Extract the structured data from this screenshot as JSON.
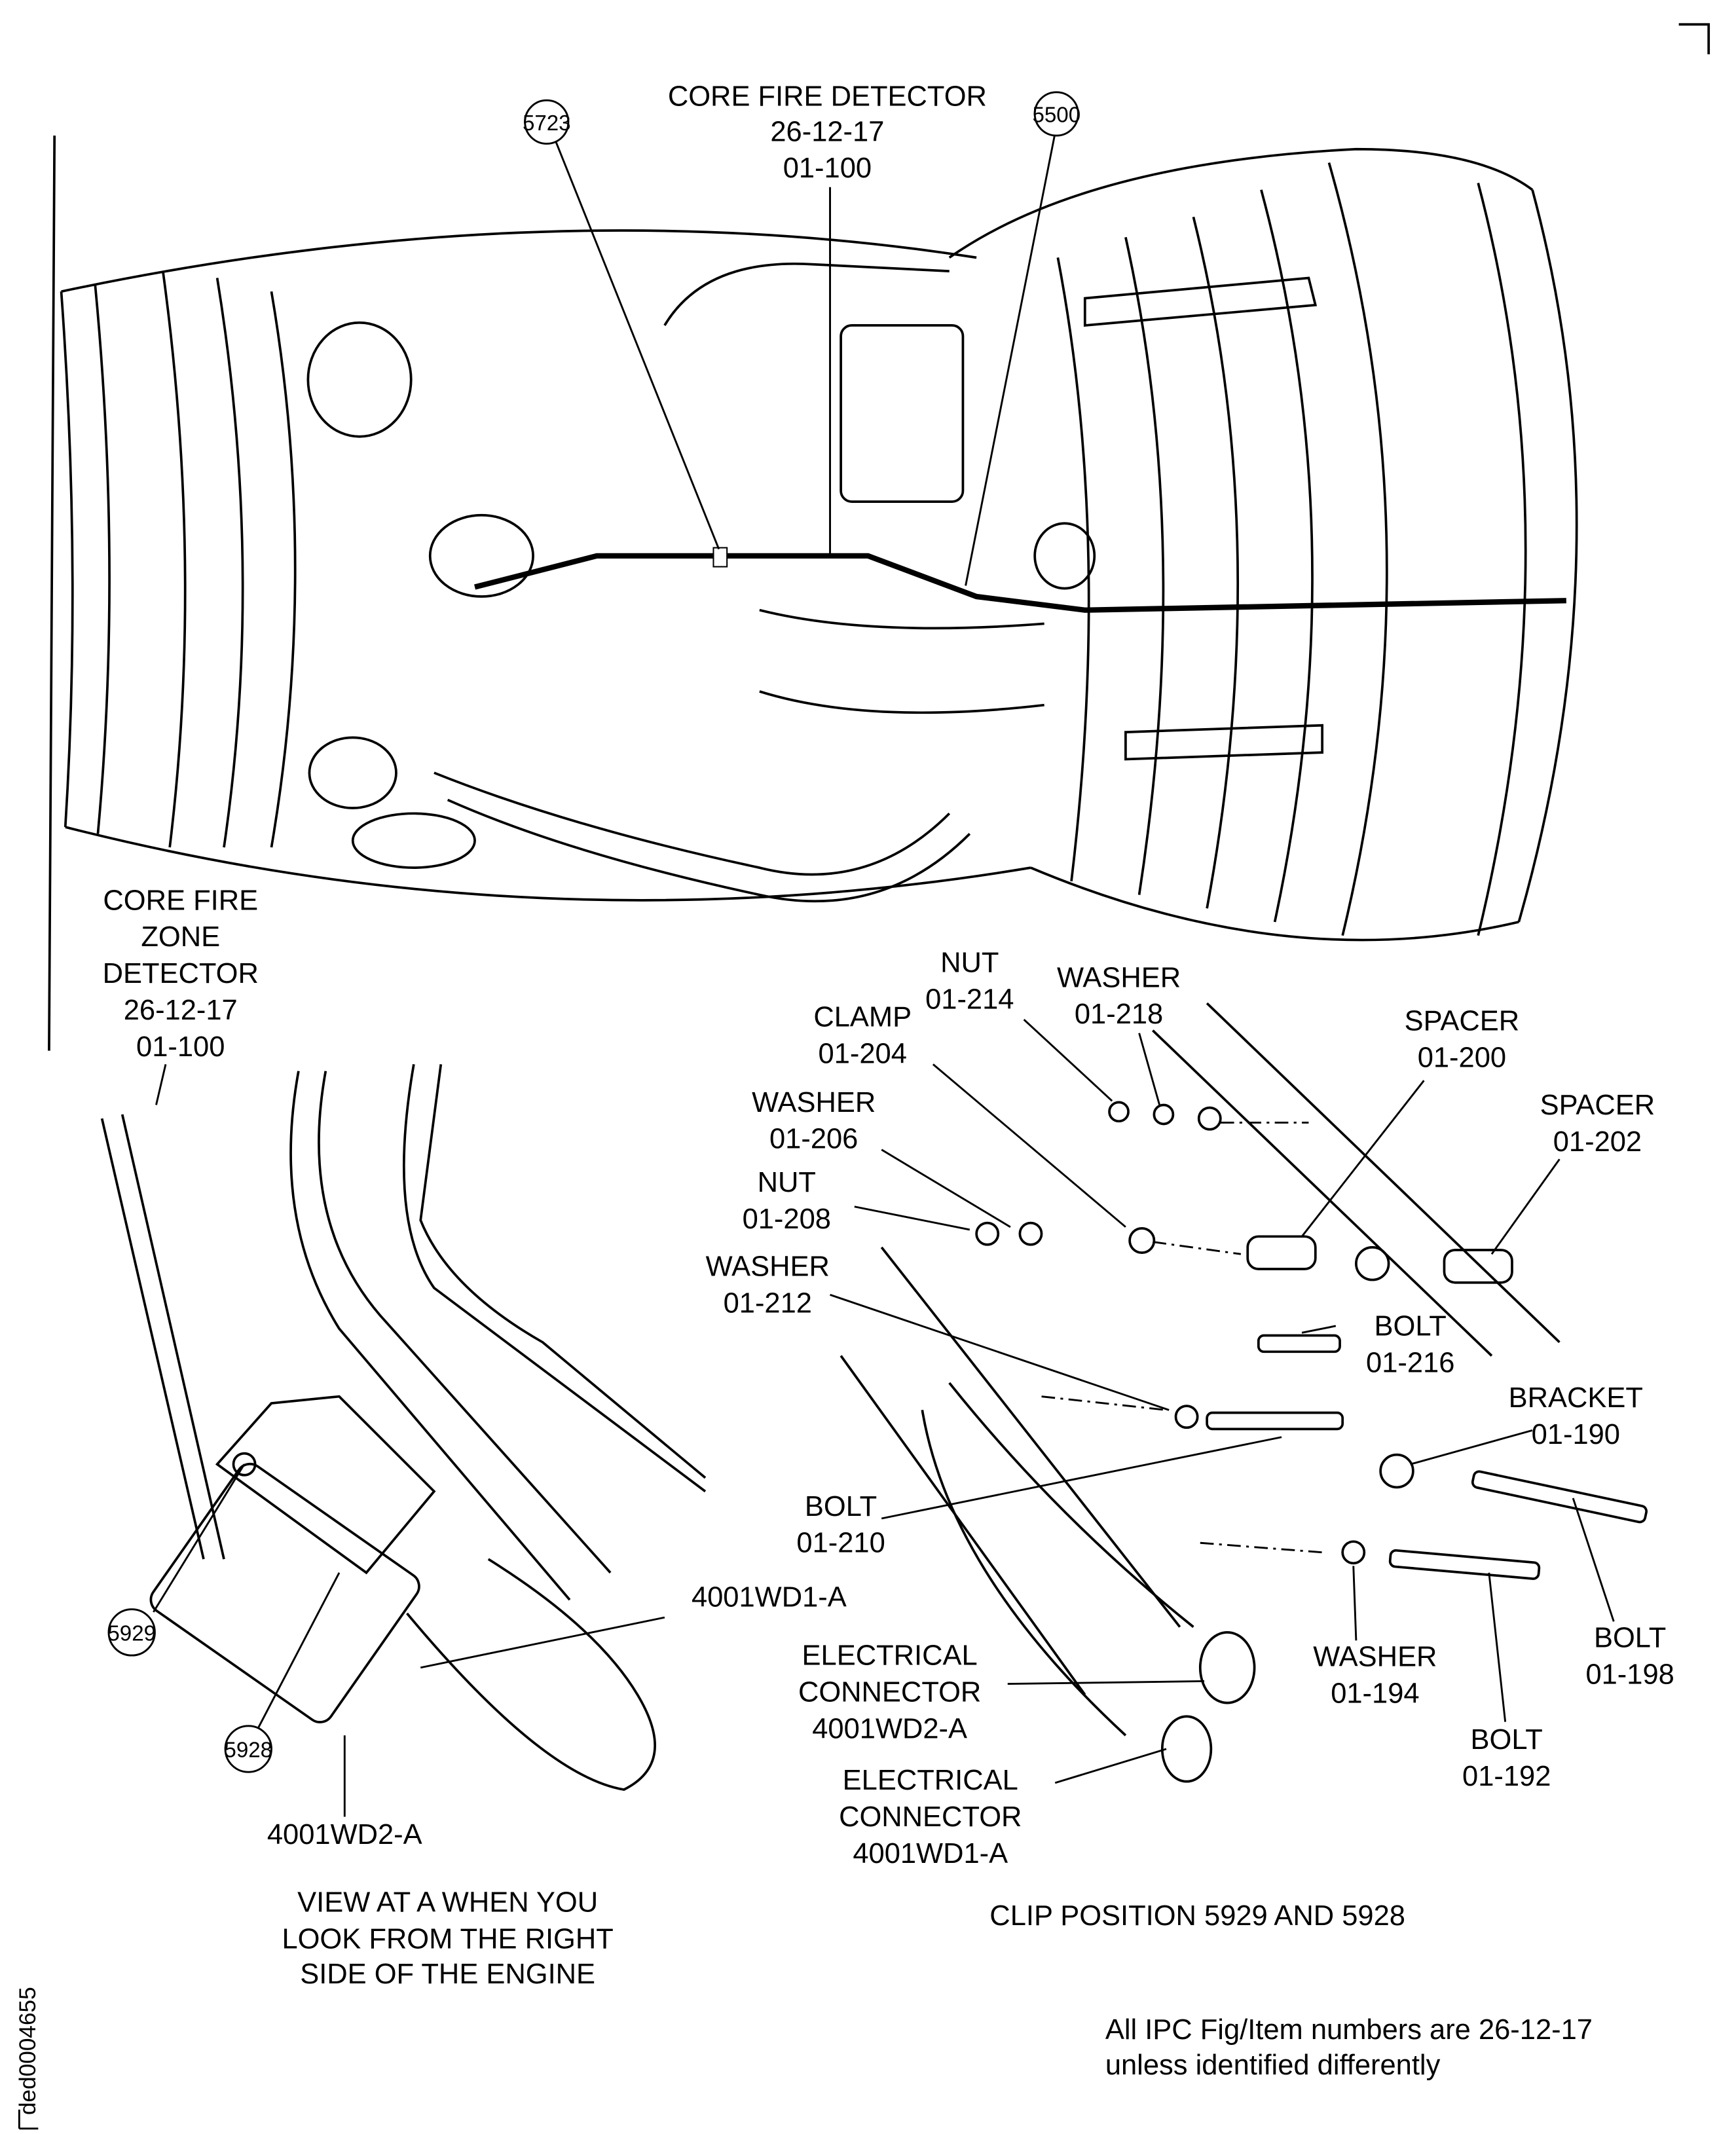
{
  "top_label": {
    "lines": [
      "CORE FIRE DETECTOR",
      "26-12-17",
      "01-100"
    ]
  },
  "callouts": {
    "c5723": "5723",
    "c5500": "5500",
    "c5929": "5929",
    "c5928": "5928"
  },
  "left_label": {
    "lines": [
      "CORE FIRE",
      "ZONE",
      "DETECTOR",
      "26-12-17",
      "01-100"
    ]
  },
  "parts": {
    "nut_214": [
      "NUT",
      "01-214"
    ],
    "washer_218": [
      "WASHER",
      "01-218"
    ],
    "clamp_204": [
      "CLAMP",
      "01-204"
    ],
    "spacer_200": [
      "SPACER",
      "01-200"
    ],
    "washer_206": [
      "WASHER",
      "01-206"
    ],
    "spacer_202": [
      "SPACER",
      "01-202"
    ],
    "nut_208": [
      "NUT",
      "01-208"
    ],
    "washer_212": [
      "WASHER",
      "01-212"
    ],
    "bolt_216": [
      "BOLT",
      "01-216"
    ],
    "bracket_190": [
      "BRACKET",
      "01-190"
    ],
    "bolt_210": [
      "BOLT",
      "01-210"
    ],
    "washer_194": [
      "WASHER",
      "01-194"
    ],
    "bolt_198": [
      "BOLT",
      "01-198"
    ],
    "bolt_192": [
      "BOLT",
      "01-192"
    ],
    "connector_wd2": [
      "ELECTRICAL",
      "CONNECTOR",
      "4001WD2-A"
    ],
    "connector_wd1": [
      "ELECTRICAL",
      "CONNECTOR",
      "4001WD1-A"
    ]
  },
  "view_a": {
    "wd1": "4001WD1-A",
    "wd2": "4001WD2-A",
    "caption": [
      "VIEW AT A WHEN YOU",
      "LOOK FROM THE RIGHT",
      "SIDE OF THE ENGINE"
    ]
  },
  "clip_caption": "CLIP POSITION 5929 AND 5928",
  "footnote": [
    "All IPC Fig/Item numbers are 26-12-17",
    "unless identified differently"
  ],
  "drawing_id": "ded0004655"
}
